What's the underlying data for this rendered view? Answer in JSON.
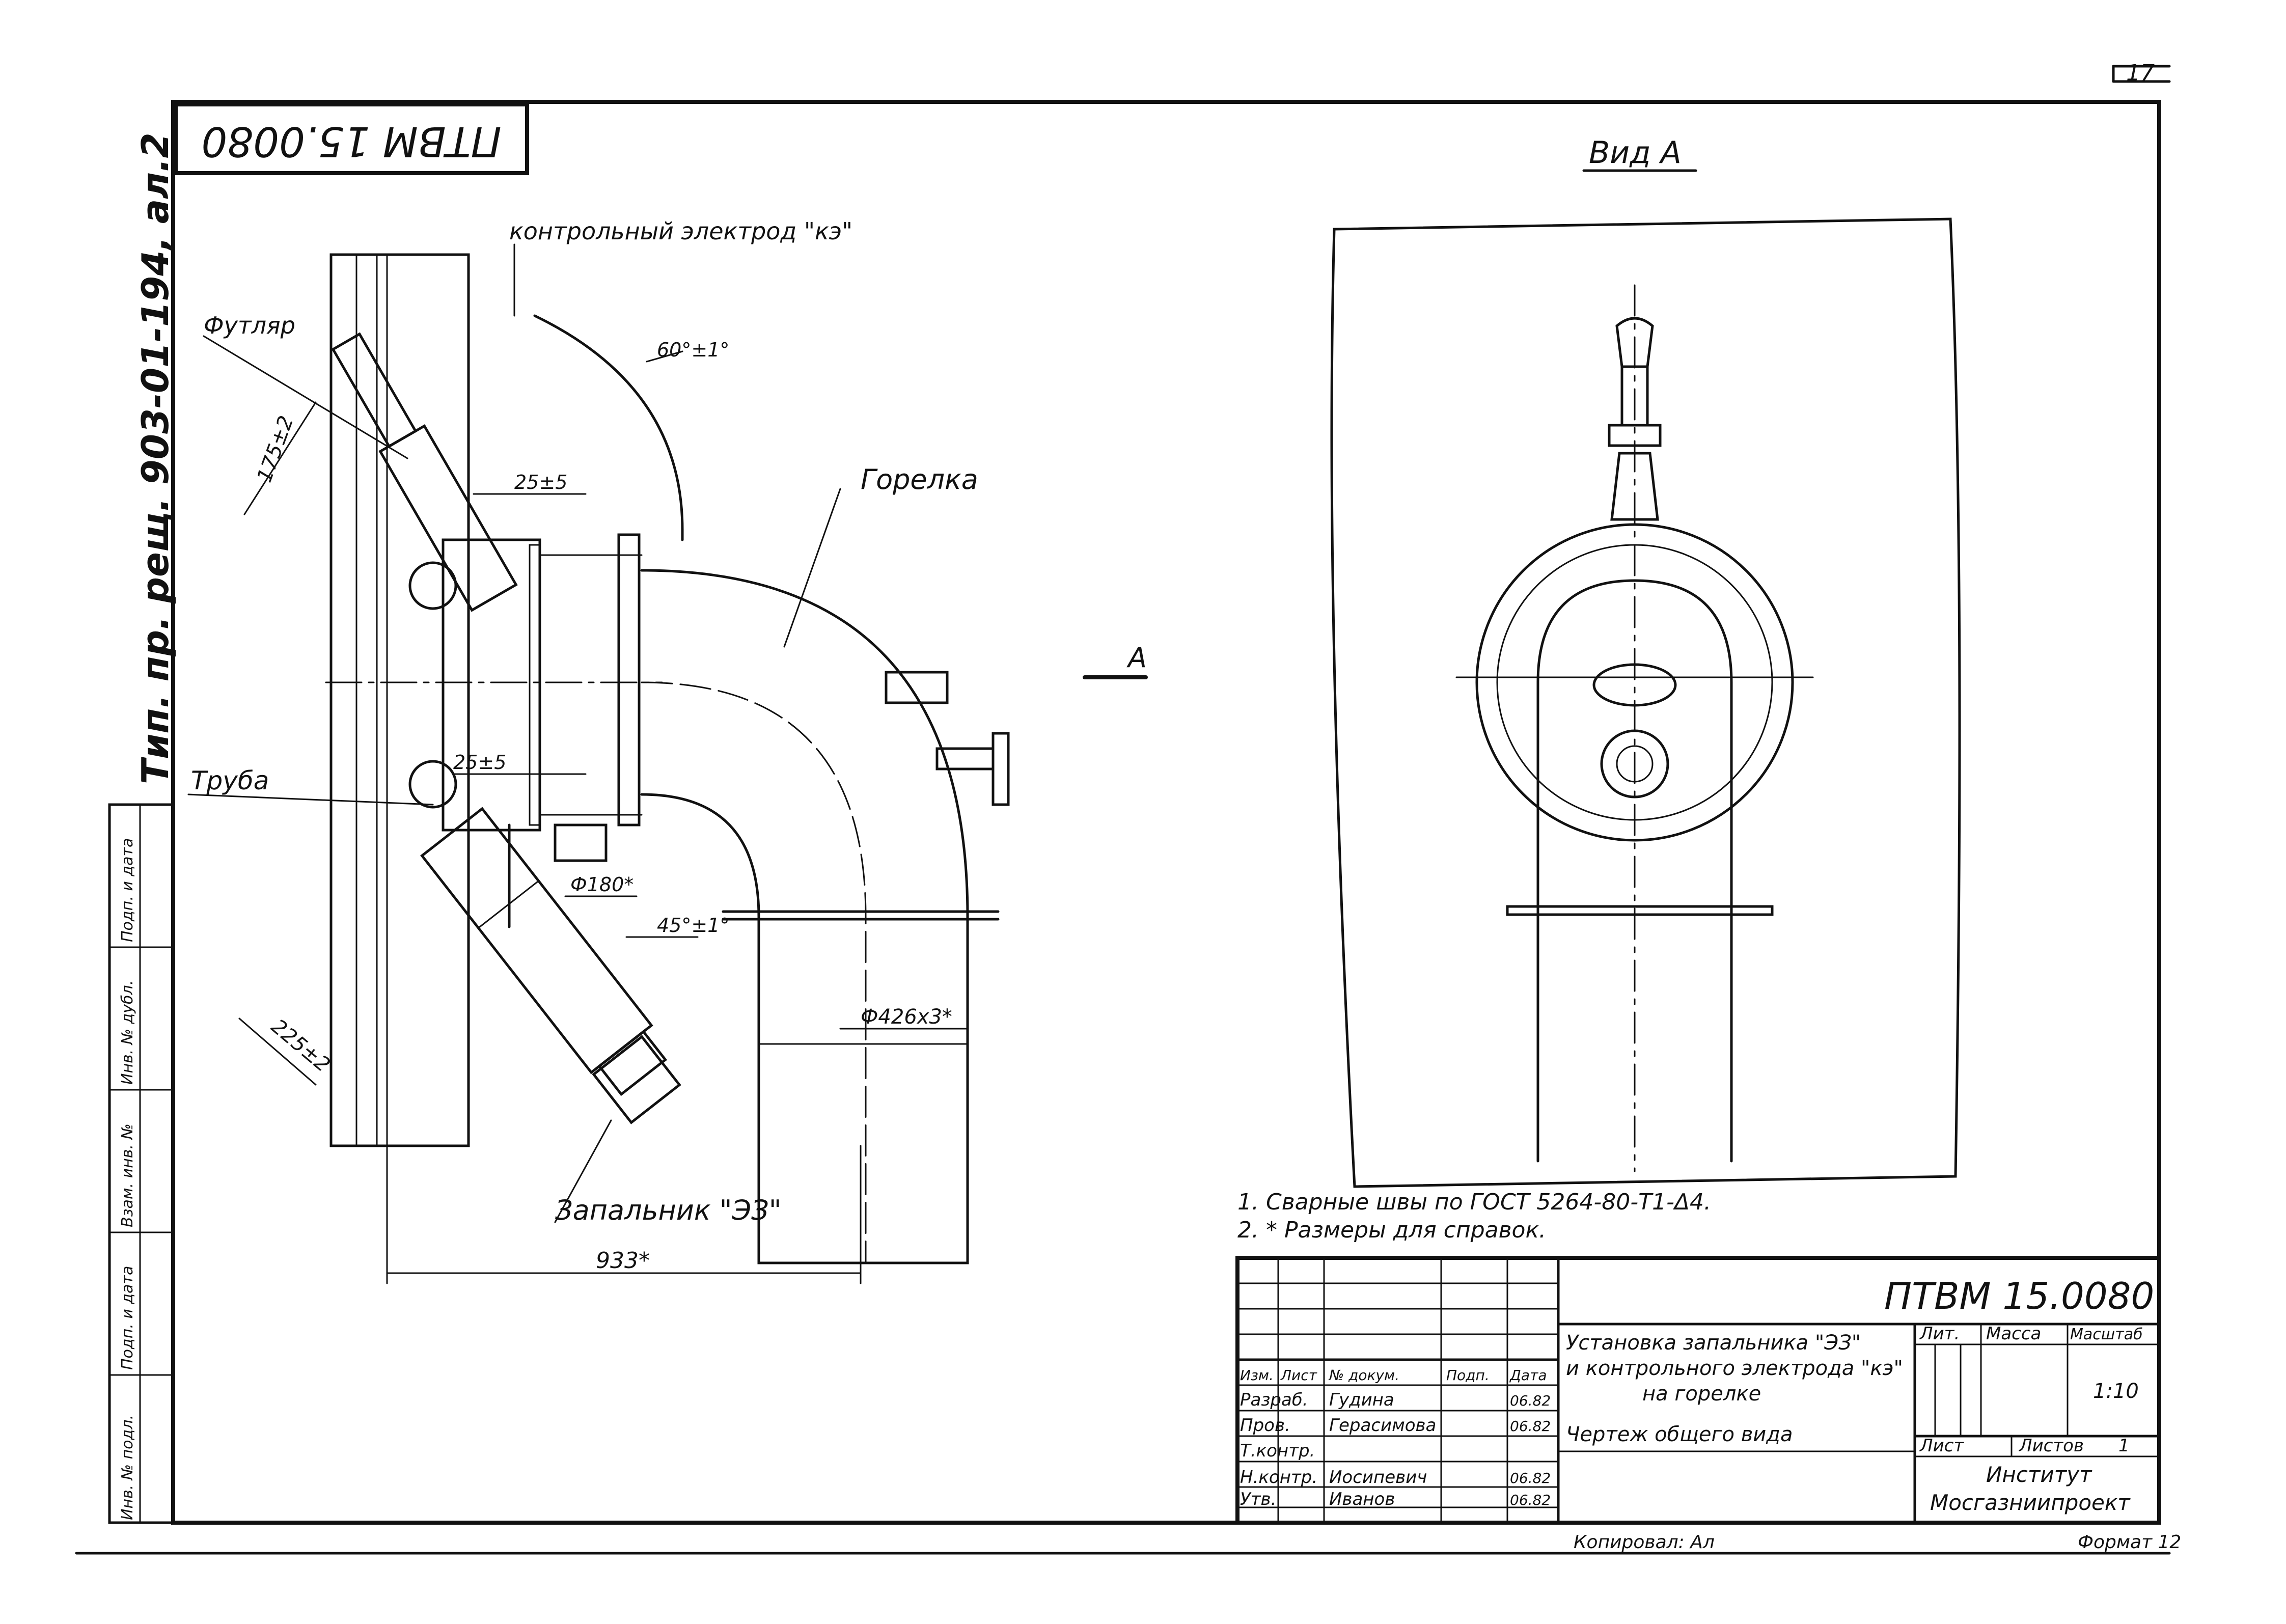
{
  "page_number": "17",
  "stamp_code_rotated": "ПТВМ 15.0080",
  "side_reference": "Тип. пр. рещ. 903-01-194, ал.2",
  "side_table_labels": [
    "Инв. № подл.",
    "Подп. и дата",
    "Взам. инв. №",
    "Инв. № дубл.",
    "Подп. и дата"
  ],
  "view_label": "Вид А",
  "view_arrow_label": "А",
  "callouts": {
    "electrode": "контрольный электрод \"кэ\"",
    "sleeve": "Футляр",
    "burner": "Горелка",
    "pipe": "Труба",
    "igniter": "Запальник \"ЭЗ\""
  },
  "dimensions": {
    "angle_top": "60°±1°",
    "len_175": "175±2",
    "gap_top": "25±5",
    "gap_mid": "25±5",
    "dia_180": "Ф180*",
    "angle_45": "45°±1°",
    "len_225": "225±2",
    "dia_426": "Ф426х3*",
    "width_933": "933*"
  },
  "notes": [
    "1. Сварные швы по ГОСТ 5264-80-Т1-Δ4.",
    "2. * Размеры для справок."
  ],
  "title_block": {
    "drawing_code": "ПТВМ 15.0080",
    "title_lines": [
      "Установка запальника \"ЭЗ\"",
      "и контрольного электрода \"кэ\"",
      "на горелке"
    ],
    "subtitle": "Чертеж общего вида",
    "col_headers": [
      "Изм.",
      "Лист",
      "№ докум.",
      "Подп.",
      "Дата"
    ],
    "rows": [
      {
        "role": "Разраб.",
        "name": "Гудина",
        "date": "06.82"
      },
      {
        "role": "Пров.",
        "name": "Герасимова",
        "date": "06.82"
      },
      {
        "role": "Т.контр.",
        "name": "",
        "date": ""
      },
      {
        "role": "Н.контр.",
        "name": "Иосипевич",
        "date": "06.82"
      },
      {
        "role": "Утв.",
        "name": "Иванов",
        "date": "06.82"
      }
    ],
    "lit_label": "Лит.",
    "mass_label": "Масса",
    "scale_label": "Масштаб",
    "scale_value": "1:10",
    "sheet_label": "Лист",
    "sheets_label": "Листов",
    "sheets_value": "1",
    "org_lines": [
      "Институт",
      "Мосгазниипроект"
    ]
  },
  "copied_by": "Копировал: Ал",
  "format": "Формат 12"
}
